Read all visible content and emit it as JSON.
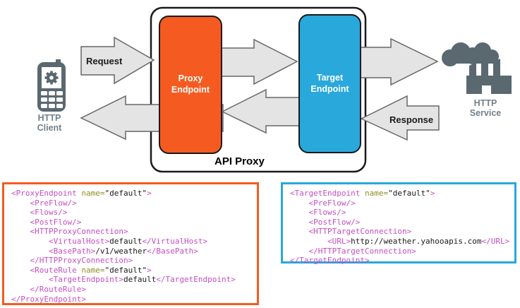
{
  "diagram": {
    "api_proxy_label": "API Proxy",
    "proxy_endpoint_label": "Proxy Endpoint",
    "target_endpoint_label": "Target Endpoint",
    "request_label": "Request",
    "response_label": "Response",
    "http_client_label": "HTTP Client",
    "http_service_label": "HTTP Service",
    "colors": {
      "proxy_endpoint": "#F55B20",
      "target_endpoint": "#29A8DC",
      "arrow_fill": "#E4E4E4",
      "arrow_stroke": "#666666",
      "icon": "#5A6870",
      "icon_label": "#73808A"
    }
  },
  "code_colors": {
    "tag": "#C44EC4",
    "attr": "#8F8F24",
    "text": "#1A1A1A"
  },
  "code_blocks": [
    {
      "name": "proxy-endpoint-xml",
      "border_color": "#F55B20",
      "lines": [
        [
          {
            "t": "<ProxyEndpoint ",
            "c": "tag"
          },
          {
            "t": "name=",
            "c": "attr"
          },
          {
            "t": "\"default\"",
            "c": "text"
          },
          {
            "t": ">",
            "c": "tag"
          }
        ],
        [
          {
            "t": "    <PreFlow/>",
            "c": "tag"
          }
        ],
        [
          {
            "t": "    <Flows/>",
            "c": "tag"
          }
        ],
        [
          {
            "t": "    <PostFlow/>",
            "c": "tag"
          }
        ],
        [
          {
            "t": "    <HTTPProxyConnection>",
            "c": "tag"
          }
        ],
        [
          {
            "t": "        <VirtualHost>",
            "c": "tag"
          },
          {
            "t": "default",
            "c": "text"
          },
          {
            "t": "</VirtualHost>",
            "c": "tag"
          }
        ],
        [
          {
            "t": "        <BasePath>",
            "c": "tag"
          },
          {
            "t": "/v1/weather",
            "c": "text"
          },
          {
            "t": "</BasePath>",
            "c": "tag"
          }
        ],
        [
          {
            "t": "    </HTTPProxyConnection>",
            "c": "tag"
          }
        ],
        [
          {
            "t": "    <RouteRule ",
            "c": "tag"
          },
          {
            "t": "name=",
            "c": "attr"
          },
          {
            "t": "\"default\"",
            "c": "text"
          },
          {
            "t": ">",
            "c": "tag"
          }
        ],
        [
          {
            "t": "        <TargetEndpoint>",
            "c": "tag"
          },
          {
            "t": "default",
            "c": "text"
          },
          {
            "t": "</TargetEndpoint>",
            "c": "tag"
          }
        ],
        [
          {
            "t": "    </RouteRule>",
            "c": "tag"
          }
        ],
        [
          {
            "t": "</ProxyEndpoint>",
            "c": "tag"
          }
        ]
      ]
    },
    {
      "name": "target-endpoint-xml",
      "border_color": "#29A8DC",
      "lines": [
        [
          {
            "t": "<TargetEndpoint ",
            "c": "tag"
          },
          {
            "t": "name=",
            "c": "attr"
          },
          {
            "t": "\"default\"",
            "c": "text"
          },
          {
            "t": ">",
            "c": "tag"
          }
        ],
        [
          {
            "t": "    <PreFlow/>",
            "c": "tag"
          }
        ],
        [
          {
            "t": "    <Flows/>",
            "c": "tag"
          }
        ],
        [
          {
            "t": "    <PostFlow/>",
            "c": "tag"
          }
        ],
        [
          {
            "t": "    <HTTPTargetConnection>",
            "c": "tag"
          }
        ],
        [
          {
            "t": "        <URL>",
            "c": "tag"
          },
          {
            "t": "http://weather.yahooapis.com",
            "c": "text"
          },
          {
            "t": "</URL>",
            "c": "tag"
          }
        ],
        [
          {
            "t": "    </HTTPTargetConnection>",
            "c": "tag"
          }
        ],
        [
          {
            "t": "</TargetEndpoint>",
            "c": "tag"
          }
        ]
      ]
    }
  ]
}
